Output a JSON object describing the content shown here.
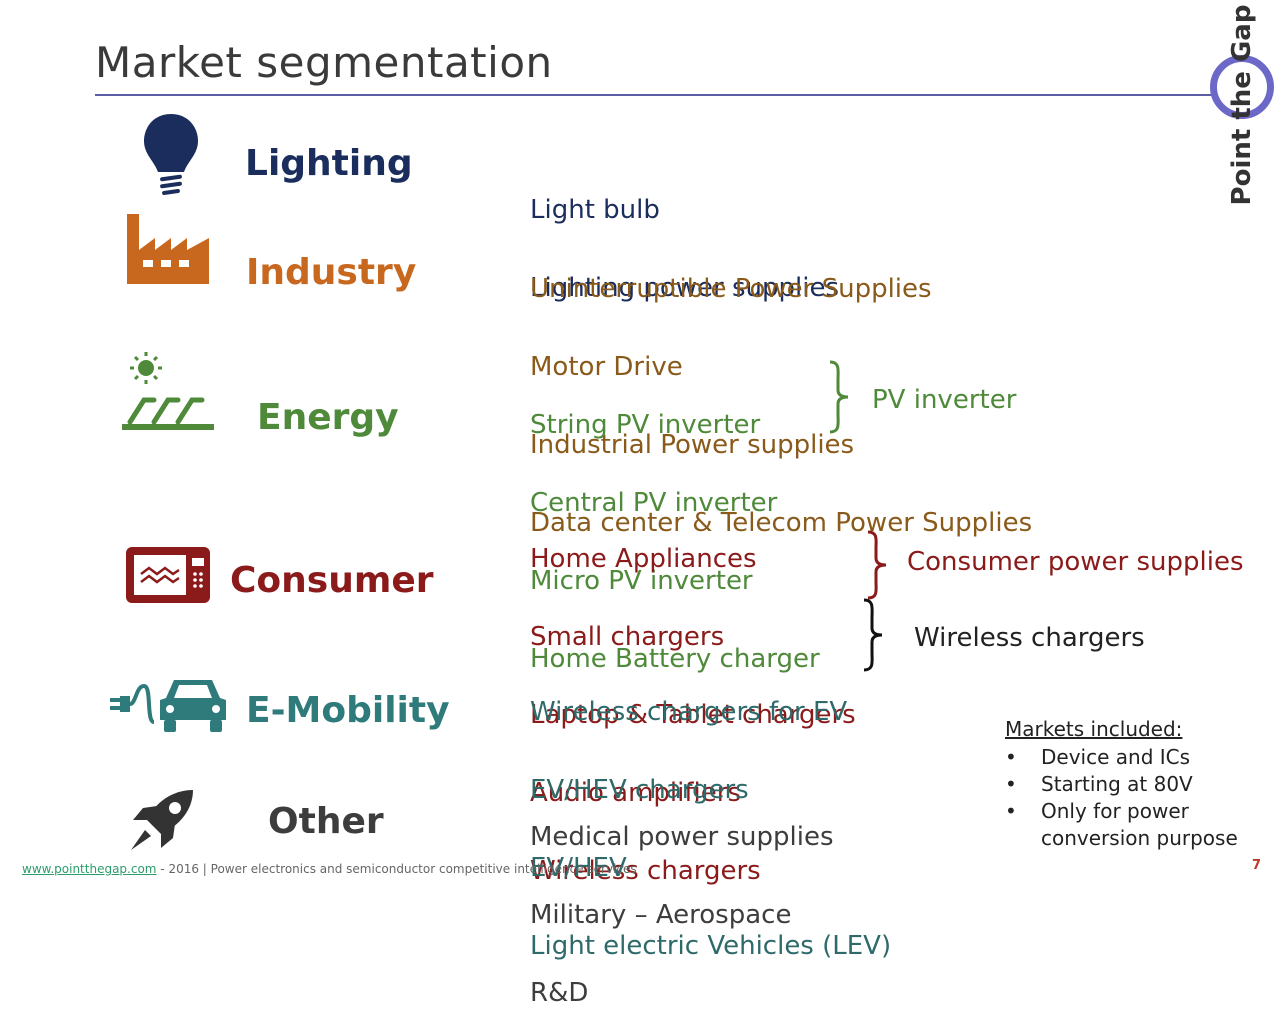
{
  "title": "Market segmentation",
  "logo": {
    "text": "Point the Gap",
    "color": "#6b68c8"
  },
  "categories": [
    {
      "label": "Lighting",
      "color": "#1a2d5c",
      "icon": "lightbulb-icon",
      "items": [
        "Light bulb",
        "Lighting power supplies"
      ]
    },
    {
      "label": "Industry",
      "color": "#c8681f",
      "icon": "factory-icon",
      "items": [
        "Uninterruptible Power Supplies",
        "Motor Drive",
        "Industrial Power supplies",
        "Data center & Telecom Power Supplies"
      ]
    },
    {
      "label": "Energy",
      "color": "#4e8a3a",
      "icon": "solar-panel-icon",
      "items": [
        "String PV inverter",
        "Central PV inverter",
        "Micro PV inverter",
        "Home Battery charger"
      ],
      "group_label": "PV inverter"
    },
    {
      "label": "Consumer",
      "color": "#8b1a1a",
      "icon": "microwave-icon",
      "items": [
        "Home Appliances",
        "Small chargers",
        "Laptop & Tablet chargers",
        "Audio amplifiers",
        "Wireless chargers"
      ],
      "group_label": "Consumer power supplies"
    },
    {
      "label": "E-Mobility",
      "color": "#2f7a7a",
      "icon": "electric-car-icon",
      "items": [
        "Wireless chargers for EV",
        "EV/HEV chargers",
        "EV/HEV",
        "Light electric Vehicles (LEV)"
      ],
      "group_label": "Wireless chargers"
    },
    {
      "label": "Other",
      "color": "#3d3d3d",
      "icon": "rocket-icon",
      "items": [
        "Medical power supplies",
        "Military – Aerospace",
        "R&D"
      ]
    }
  ],
  "markets_box": {
    "title": "Markets included:",
    "bullets": [
      "Device and ICs",
      "Starting at 80V",
      "Only for power",
      "conversion purpose"
    ]
  },
  "footer": {
    "link": "www.pointthegap.com",
    "text": " - 2016 | Power electronics and semiconductor competitive intelligence services",
    "page": "7"
  }
}
